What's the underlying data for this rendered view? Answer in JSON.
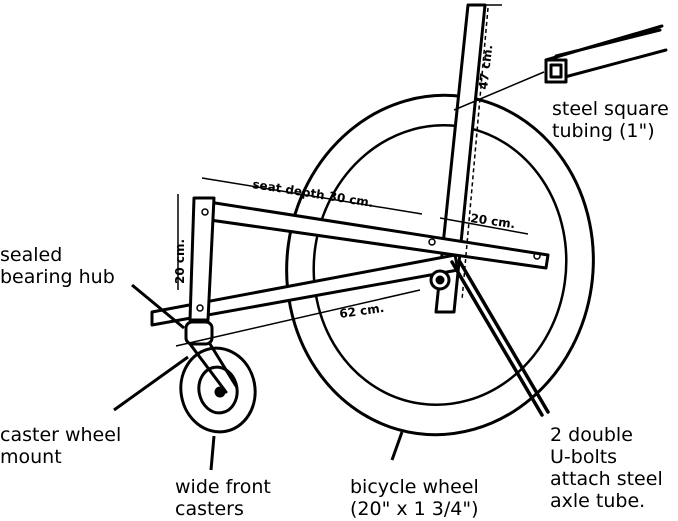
{
  "labels": {
    "steel_tubing": [
      "steel square",
      "tubing (1\")"
    ],
    "sealed_hub": [
      "sealed",
      "bearing hub"
    ],
    "caster_mount": [
      "caster wheel",
      "mount"
    ],
    "front_casters": [
      "wide front",
      "casters"
    ],
    "bicycle_wheel": [
      "bicycle wheel",
      "(20\" x 1  3/4\")"
    ],
    "u_bolts": [
      "2 double",
      "U-bolts",
      "attach steel",
      "axle tube."
    ]
  },
  "dimensions": {
    "back_height": "47 cm.",
    "seat_depth": "seat depth 30 cm.",
    "axle_offset": "20 cm.",
    "front_height": "20 cm.",
    "frame_length": "62 cm."
  },
  "colors": {
    "ink": "#000000",
    "paper": "#ffffff"
  }
}
